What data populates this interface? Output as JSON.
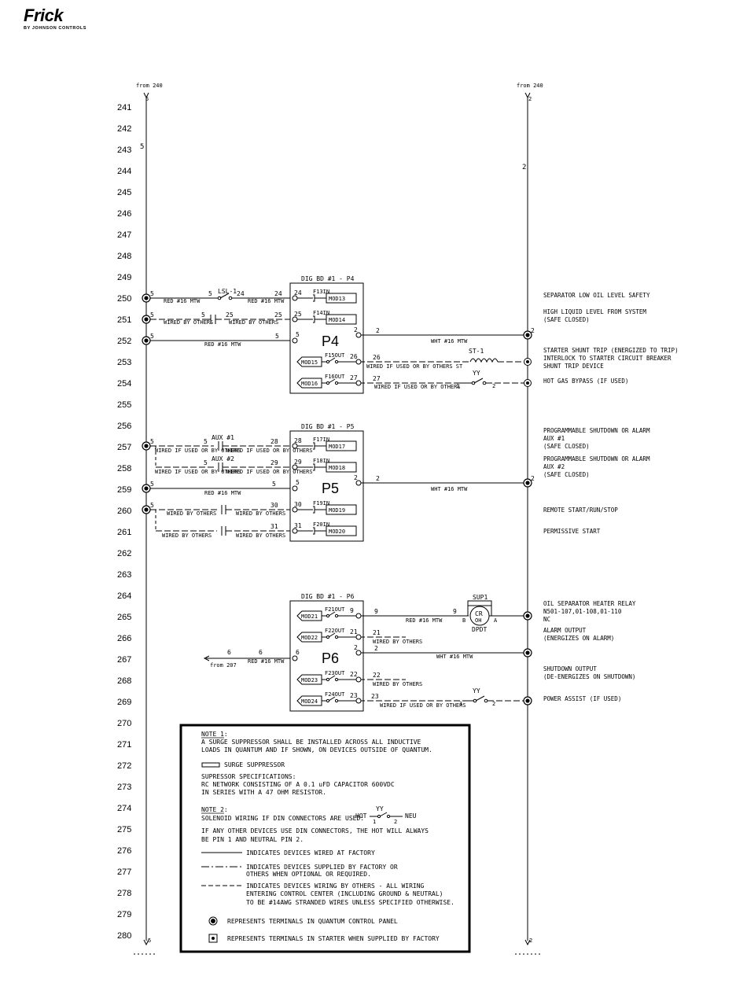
{
  "brand": {
    "name": "Frick",
    "sub": "BY JOHNSON CONTROLS"
  },
  "rails": {
    "left_from": "from 240",
    "right_from": "from 240",
    "left_wire": "5",
    "right_wire": "2"
  },
  "rungs": [
    "241",
    "242",
    "243",
    "244",
    "245",
    "246",
    "247",
    "248",
    "249",
    "250",
    "251",
    "252",
    "253",
    "254",
    "255",
    "256",
    "257",
    "258",
    "259",
    "260",
    "261",
    "262",
    "263",
    "264",
    "265",
    "266",
    "267",
    "268",
    "269",
    "270",
    "271",
    "272",
    "273",
    "274",
    "275",
    "276",
    "277",
    "278",
    "279",
    "280"
  ],
  "boards": {
    "p4": {
      "title": "DIG BD #1 - P4",
      "label": "P4",
      "ch": [
        {
          "pin": "24",
          "in": "F13IN",
          "mod": "MOD13"
        },
        {
          "pin": "25",
          "in": "F14IN",
          "mod": "MOD14"
        },
        {
          "pin": "2"
        },
        {
          "pin": "5"
        },
        {
          "pin": "26",
          "out": "F15OUT",
          "mod": "MOD15"
        },
        {
          "pin": "27",
          "out": "F16OUT",
          "mod": "MOD16"
        }
      ]
    },
    "p5": {
      "title": "DIG BD #1 - P5",
      "label": "P5",
      "ch": [
        {
          "pin": "28",
          "in": "F17IN",
          "mod": "MOD17"
        },
        {
          "pin": "29",
          "in": "F18IN",
          "mod": "MOD18"
        },
        {
          "pin": "2"
        },
        {
          "pin": "5"
        },
        {
          "pin": "30",
          "in": "F19IN",
          "mod": "MOD19"
        },
        {
          "pin": "31",
          "in": "F20IN",
          "mod": "MOD20"
        }
      ]
    },
    "p6": {
      "title": "DIG BD #1 - P6",
      "label": "P6",
      "ch": [
        {
          "pin": "9",
          "out": "F21OUT",
          "mod": "MOD21"
        },
        {
          "pin": "21",
          "out": "F22OUT",
          "mod": "MOD22"
        },
        {
          "pin": "2"
        },
        {
          "pin": "6"
        },
        {
          "pin": "22",
          "out": "F23OUT",
          "mod": "MOD23"
        },
        {
          "pin": "23",
          "out": "F24OUT",
          "mod": "MOD24"
        }
      ]
    }
  },
  "wires": {
    "w5": "5",
    "w24": "24",
    "w25": "25",
    "w26": "26",
    "w27": "27",
    "w28": "28",
    "w29": "29",
    "w30": "30",
    "w31": "31",
    "w9": "9",
    "w21": "21",
    "w22": "22",
    "w23": "23",
    "w6": "6",
    "w2": "2",
    "red16": "RED #16 MTW",
    "wht16": "WHT #16 MTW",
    "by_others": "WIRED BY OTHERS",
    "if_used": "WIRED IF USED OR BY OTHERS",
    "if_used_st": "WIRED IF USED OR BY OTHERS ST",
    "from207": "from 207",
    "lsl": "LSL-1",
    "st1": "ST-1",
    "yy": "YY",
    "aux1": "AUX #1",
    "aux2": "AUX #2",
    "sup1": "SUP1",
    "cr": "CR",
    "crsub": "OH",
    "dpdt": "DPDT",
    "b": "B",
    "a": "A",
    "pin1": "1",
    "pin2": "2"
  },
  "descriptions": {
    "r250": [
      "SEPARATOR LOW OIL LEVEL SAFETY"
    ],
    "r251": [
      "HIGH LIQUID LEVEL FROM SYSTEM",
      "(SAFE CLOSED)"
    ],
    "r253": [
      "STARTER SHUNT TRIP (ENERGIZED TO TRIP)",
      "INTERLOCK TO STARTER CIRCUIT BREAKER",
      "SHUNT TRIP DEVICE"
    ],
    "r254": [
      "HOT GAS BYPASS (IF USED)"
    ],
    "r257": [
      "PROGRAMMABLE SHUTDOWN OR ALARM",
      "AUX #1",
      "(SAFE CLOSED)"
    ],
    "r258": [
      "PROGRAMMABLE SHUTDOWN OR ALARM",
      "AUX #2",
      "(SAFE CLOSED)"
    ],
    "r260": [
      "REMOTE START/RUN/STOP"
    ],
    "r261": [
      "PERMISSIVE START"
    ],
    "r265": [
      "OIL SEPARATOR HEATER RELAY",
      "N501-107,01-108,01-110",
      "NC"
    ],
    "r266": [
      "ALARM OUTPUT",
      "(ENERGIZES ON ALARM)"
    ],
    "r268": [
      "SHUTDOWN OUTPUT",
      "(DE-ENERGIZES ON SHUTDOWN)"
    ],
    "r269": [
      "POWER ASSIST (IF USED)"
    ]
  },
  "notes": {
    "n1_title": "NOTE 1:",
    "n1_l1": "A SURGE SUPPRESSOR SHALL BE INSTALLED ACROSS ALL INDUCTIVE",
    "n1_l2": "LOADS IN QUANTUM AND IF SHOWN, ON DEVICES OUTSIDE OF QUANTUM.",
    "sup_label": "SURGE SUPPRESSOR",
    "spec_title": "SUPRESSOR SPECIFICATIONS:",
    "spec_l1": "RC NETWORK CONSISTING OF A 0.1 uFD CAPACITOR 600VDC",
    "spec_l2": "IN SERIES WITH A 47 OHM RESISTOR.",
    "n2_title": "NOTE 2:",
    "n2_l1": "SOLENOID WIRING IF DIN CONNECTORS ARE USED:",
    "hot": "HOT",
    "neu": "NEU",
    "yy": "YY",
    "n2_l2": "IF ANY OTHER DEVICES USE DIN CONNECTORS, THE HOT WILL ALWAYS",
    "n2_l3": "BE PIN 1 AND NEUTRAL PIN 2.",
    "leg1": "INDICATES DEVICES WIRED AT FACTORY",
    "leg2a": "INDICATES DEVICES SUPPLIED BY FACTORY OR",
    "leg2b": "OTHERS WHEN OPTIONAL OR REQUIRED.",
    "leg3a": "INDICATES DEVICES WIRING BY OTHERS - ALL WIRING",
    "leg3b": "ENTERING CONTROL CENTER (INCLUDING GROUND & NEUTRAL)",
    "leg3c": "TO BE #14AWG STRANDED WIRES UNLESS SPECIFIED OTHERWISE.",
    "leg4": "REPRESENTS TERMINALS IN QUANTUM CONTROL PANEL",
    "leg5": "REPRESENTS TERMINALS IN STARTER WHEN SUPPLIED BY FACTORY"
  }
}
